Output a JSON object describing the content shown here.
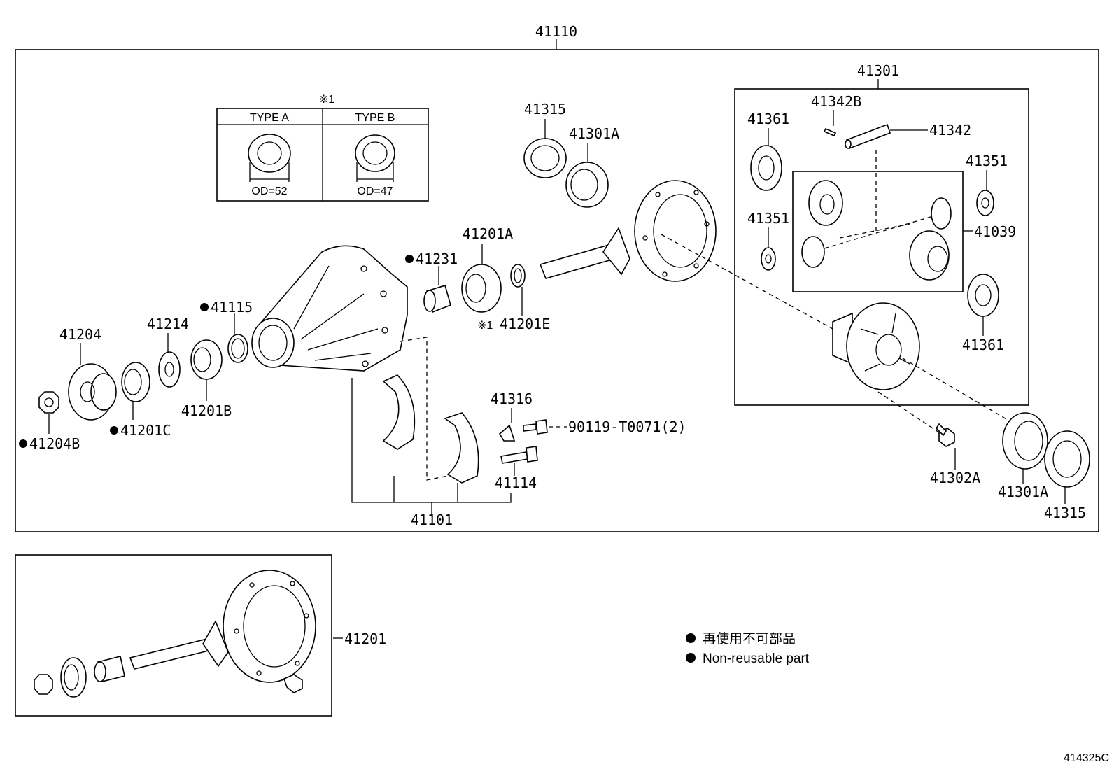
{
  "assembly_label": "41110",
  "subassembly_label": "41301",
  "inset": {
    "mark": "※1",
    "types": [
      {
        "header": "TYPE A",
        "od": "OD=52"
      },
      {
        "header": "TYPE B",
        "od": "OD=47"
      }
    ]
  },
  "parts": {
    "p41315_top": "41315",
    "p41301A_top": "41301A",
    "p41342B": "41342B",
    "p41342": "41342",
    "p41361_top": "41361",
    "p41351_right": "41351",
    "p41351_left": "41351",
    "p41039": "41039",
    "p41361_bottom": "41361",
    "p41201A": "41201A",
    "p41231": "41231",
    "p41201E": "41201E",
    "p41201E_mark": "※1",
    "p41115": "41115",
    "p41214": "41214",
    "p41204": "41204",
    "p41201B": "41201B",
    "p41201C": "41201C",
    "p41204B": "41204B",
    "p41316": "41316",
    "p90119": "90119-T0071(2)",
    "p41114": "41114",
    "p41101": "41101",
    "p41302A": "41302A",
    "p41301A_bottom": "41301A",
    "p41315_bottom": "41315",
    "p41201": "41201"
  },
  "legend": {
    "line1": "再使用不可部品",
    "line2": "Non-reusable part"
  },
  "diagram_code": "414325C"
}
